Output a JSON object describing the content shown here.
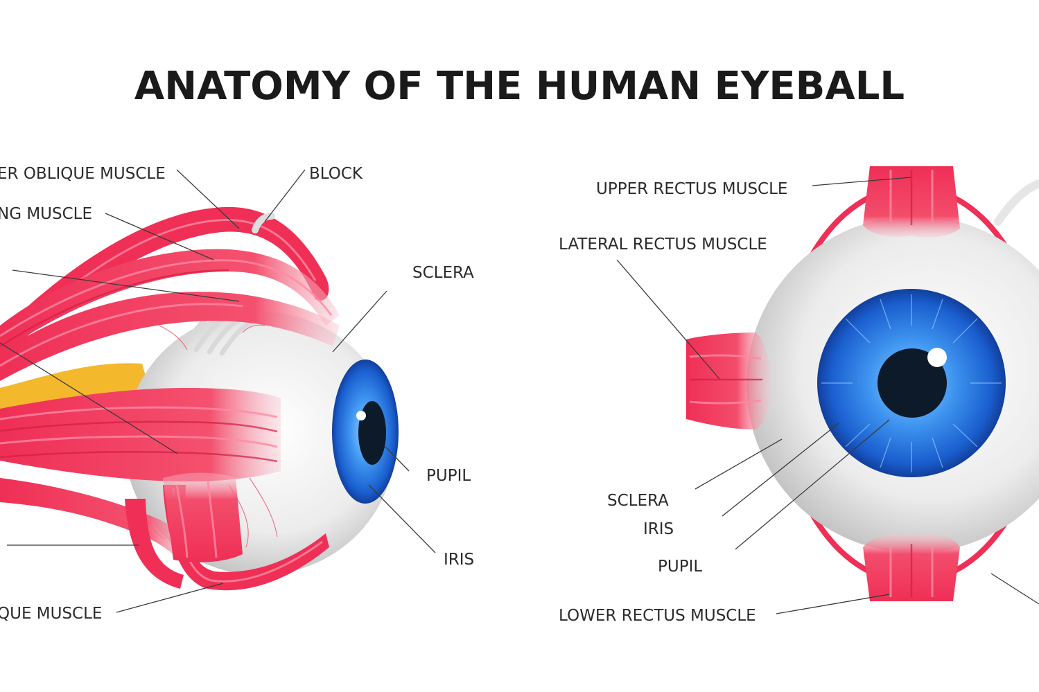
{
  "title": "ANATOMY OF THE HUMAN EYEBALL",
  "side_view": {
    "labels": {
      "upper_oblique": "ER OBLIQUE MUSCLE",
      "lifting": "NG MUSCLE",
      "block": "BLOCK",
      "sclera": "SCLERA",
      "pupil": "PUPIL",
      "iris": "IRIS",
      "lower_oblique": "QUE MUSCLE"
    }
  },
  "front_view": {
    "labels": {
      "upper_rectus": "UPPER RECTUS MUSCLE",
      "lateral_rectus": "LATERAL RECTUS MUSCLE",
      "sclera": "SCLERA",
      "iris": "IRIS",
      "pupil": "PUPIL",
      "lower_rectus": "LOWER RECTUS MUSCLE"
    }
  },
  "colors": {
    "muscle": "#ef2f55",
    "sclera": "#efefef",
    "iris": "#2d7be0",
    "pupil": "#0d1a2a",
    "optic_fat": "#f3b82c",
    "text": "#1a1a1a"
  }
}
